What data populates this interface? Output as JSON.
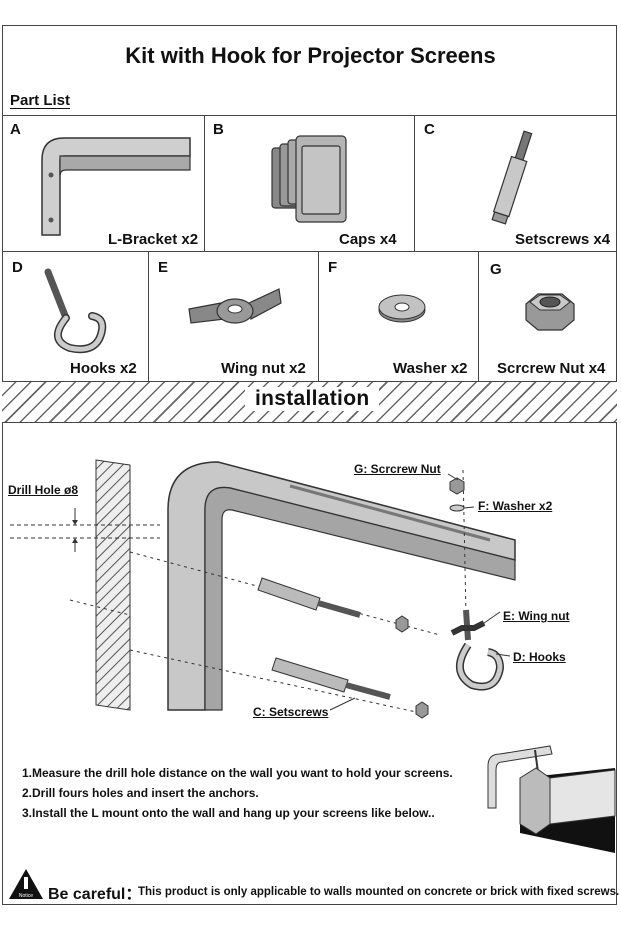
{
  "title": "Kit with Hook  for Projector Screens",
  "part_list_label": "Part List",
  "parts": [
    {
      "letter": "A",
      "label": "L-Bracket x2",
      "icon": "l-bracket-icon"
    },
    {
      "letter": "B",
      "label": "Caps x4",
      "icon": "caps-icon"
    },
    {
      "letter": "C",
      "label": "Setscrews x4",
      "icon": "setscrew-icon"
    },
    {
      "letter": "D",
      "label": "Hooks x2",
      "icon": "hook-icon"
    },
    {
      "letter": "E",
      "label": "Wing nut x2",
      "icon": "wing-nut-icon"
    },
    {
      "letter": "F",
      "label": "Washer x2",
      "icon": "washer-icon"
    },
    {
      "letter": "G",
      "label": "Scrcrew Nut  x4",
      "icon": "screw-nut-icon"
    }
  ],
  "installation_title": "installation",
  "callouts": {
    "drill_hole": "Drill Hole ø8",
    "g_nut": "G:  Scrcrew Nut",
    "f_washer": "F: Washer x2",
    "e_wing": "E:  Wing nut",
    "d_hooks": "D:  Hooks",
    "c_setscrews": "C: Setscrews"
  },
  "steps": [
    "1.Measure the drill hole distance on the wall you want to hold your screens.",
    "2.Drill fours holes and insert the anchors.",
    "3.Install the L mount onto the wall and hang up your screens like below.."
  ],
  "warning": {
    "notice_icon_text": "Notice",
    "heading": "Be careful：",
    "text": "This product is only applicable to walls mounted on concrete or brick with fixed screws."
  }
}
